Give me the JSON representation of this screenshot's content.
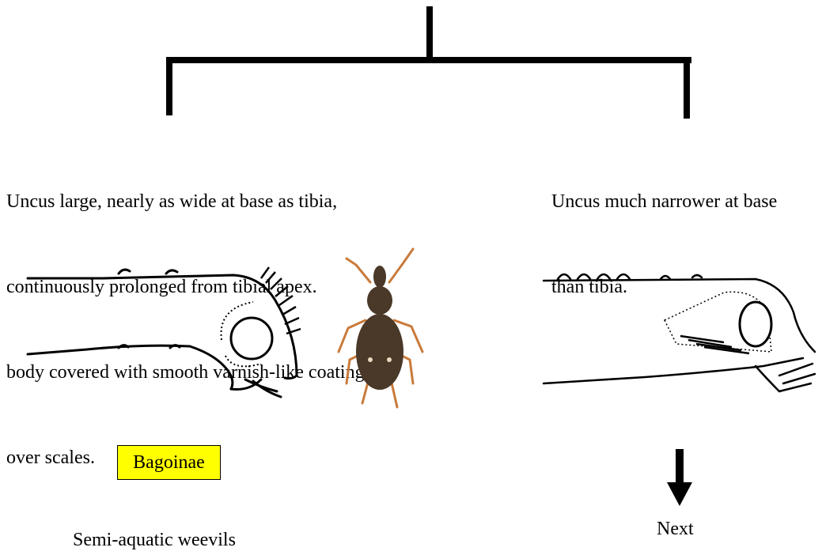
{
  "left_branch": {
    "caption_lines": [
      "Uncus large, nearly as wide at base as tibia,",
      "continuously prolonged from tibial apex.",
      "body covered with smooth varnish-like coating",
      "over scales."
    ],
    "result_tag": "Bagoinae",
    "common_name": "Semi-aquatic weevils"
  },
  "right_branch": {
    "caption_lines": [
      "Uncus much narrower at base",
      "than tibia."
    ],
    "next_label": "Next"
  },
  "colors": {
    "tag_background": "#ffff00",
    "beetle_body": "#4a3828",
    "beetle_legs": "#c97a3a"
  },
  "icons": {
    "arrow": "down-arrow-icon"
  }
}
